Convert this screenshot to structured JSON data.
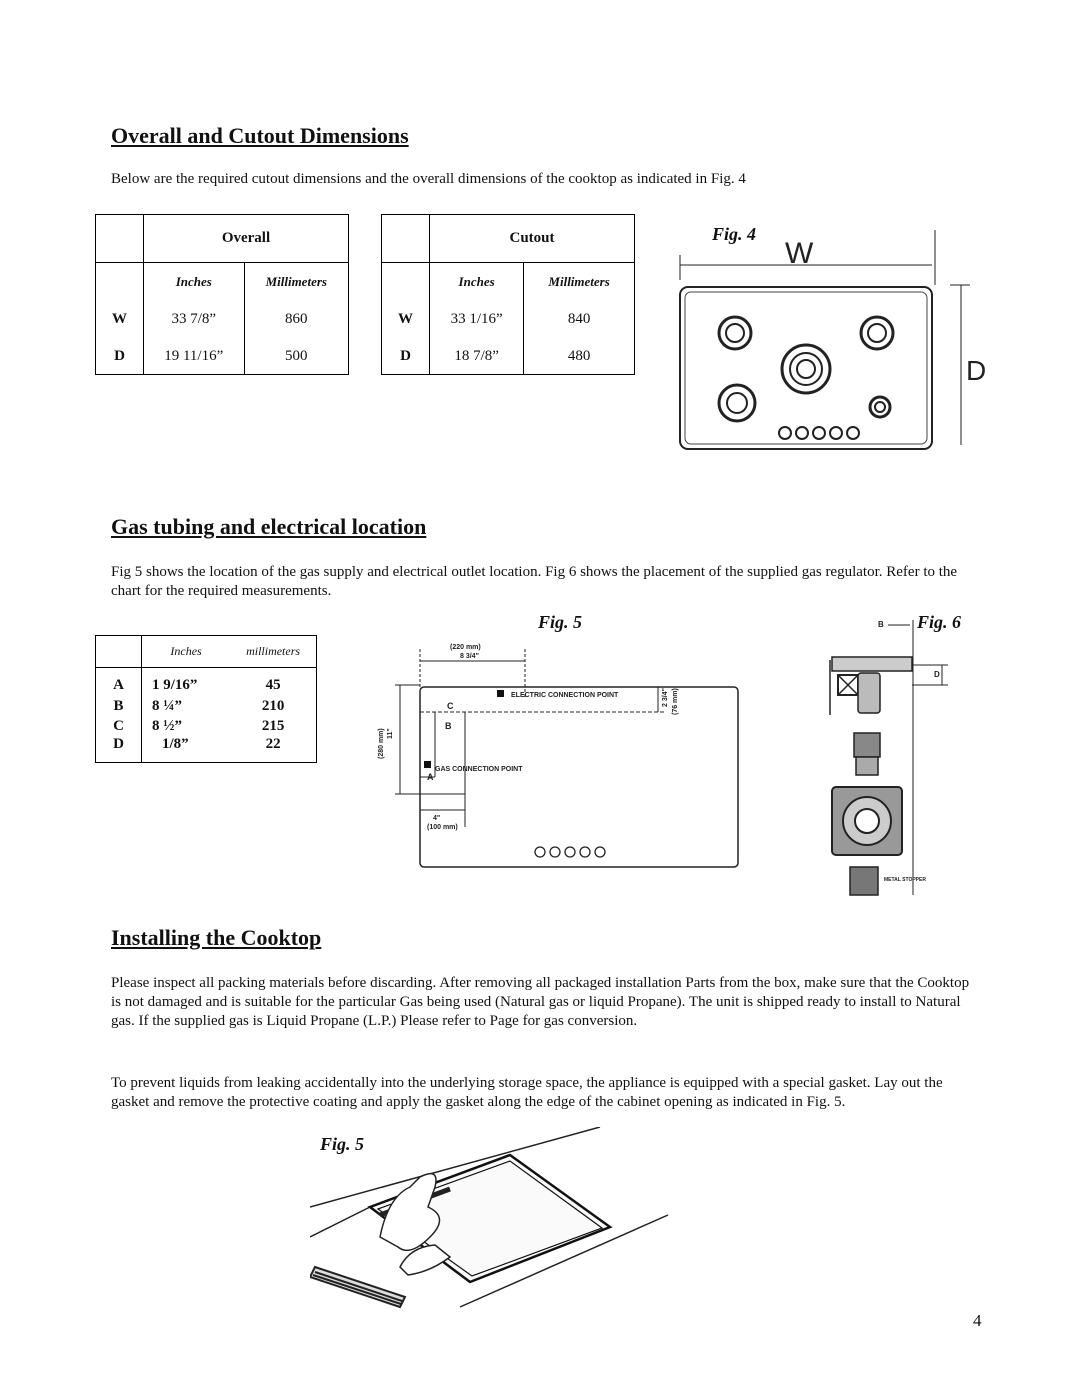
{
  "section1": {
    "title": "Overall and Cutout Dimensions",
    "intro": "Below are the required cutout dimensions and the overall dimensions of the cooktop as indicated in Fig. 4"
  },
  "overall_table": {
    "header": "Overall",
    "col_inches": "Inches",
    "col_mm": "Millimeters",
    "rows": [
      {
        "label": "W",
        "inches": "33 7/8”",
        "mm": "860"
      },
      {
        "label": "D",
        "inches": "19 11/16”",
        "mm": "500"
      }
    ]
  },
  "cutout_table": {
    "header": "Cutout",
    "col_inches": "Inches",
    "col_mm": "Millimeters",
    "rows": [
      {
        "label": "W",
        "inches": "33 1/16”",
        "mm": "840"
      },
      {
        "label": "D",
        "inches": "18 7/8”",
        "mm": "480"
      }
    ]
  },
  "fig4": {
    "label": "Fig. 4",
    "w": "W",
    "d": "D"
  },
  "section2": {
    "title": "Gas tubing and electrical location",
    "intro": "Fig 5 shows the location of the gas supply and electrical outlet location. Fig 6 shows the placement of the supplied gas regulator. Refer to the chart for the required measurements."
  },
  "gas_table": {
    "col_inches": "Inches",
    "col_mm": "millimeters",
    "rows": [
      {
        "label": "A",
        "inches": "1 9/16”",
        "mm": "45"
      },
      {
        "label": "B",
        "inches": "8 ¼”",
        "mm": "210"
      },
      {
        "label": "C",
        "inches": "8 ½”",
        "mm": "215"
      },
      {
        "label": "D",
        "inches": "1/8”",
        "mm": "22"
      }
    ]
  },
  "fig5": {
    "label": "Fig. 5",
    "dim_top_mm": "(220 mm)",
    "dim_top_in": "8 3/4\"",
    "dim_left_mm": "(280 mm)",
    "dim_left_in": "11\"",
    "dim_right_in": "2 3/4\"",
    "dim_right_mm": "(76 mm)",
    "dim_bottom_in": "4\"",
    "dim_bottom_mm": "(100 mm)",
    "electric_point": "ELECTRIC CONNECTION POINT",
    "gas_point": "GAS CONNECTION POINT",
    "a": "A",
    "b": "B",
    "c": "C"
  },
  "fig6": {
    "label": "Fig. 6",
    "b": "B",
    "d": "D",
    "stopper": "METAL STOPPER"
  },
  "section3": {
    "title": "Installing the Cooktop",
    "para1": "Please inspect all packing materials before discarding. After removing all packaged installation Parts from the box, make sure that the Cooktop is not damaged and is suitable for the particular Gas being used (Natural gas or liquid Propane). The unit is shipped ready to install to Natural gas. If the supplied gas is Liquid Propane (L.P.) Please refer to Page for gas conversion.",
    "para2": "To prevent liquids from leaking accidentally into the underlying storage space, the appliance is equipped with a special gasket. Lay out the gasket and remove the protective coating and apply the gasket along the edge of the cabinet opening as indicated in Fig. 5."
  },
  "fig5b": {
    "label": "Fig. 5"
  },
  "page_number": "4"
}
